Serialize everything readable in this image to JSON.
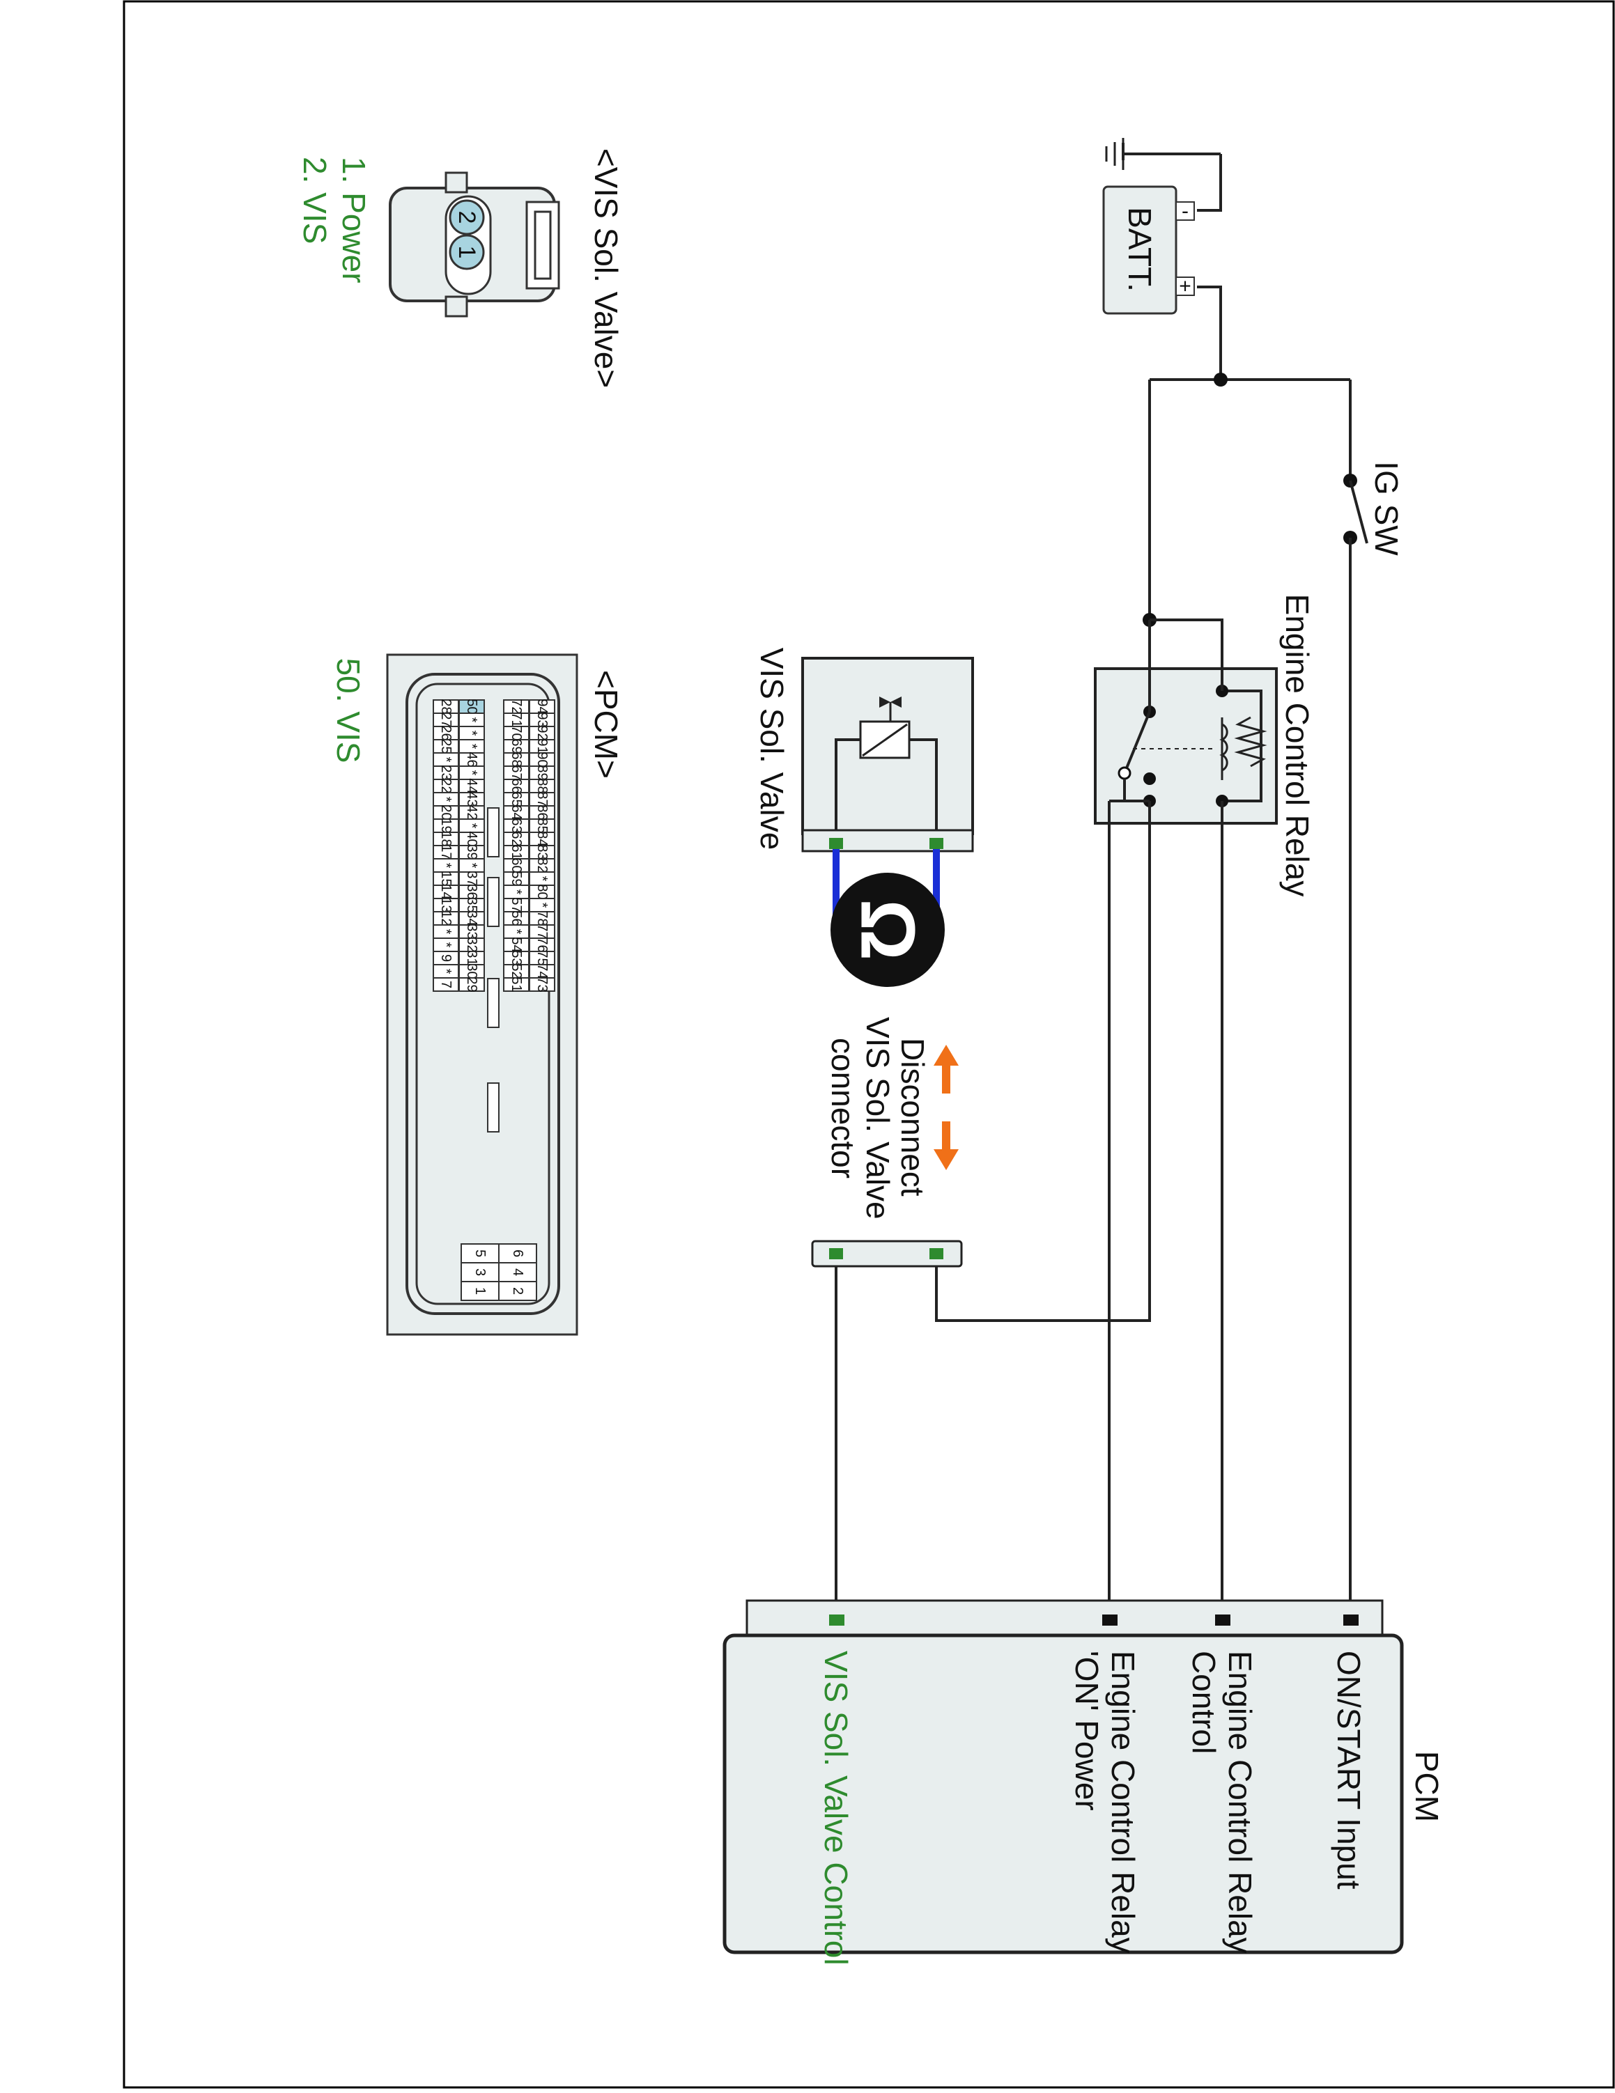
{
  "diagram": {
    "pcm_box": {
      "title": "PCM",
      "terminals": [
        {
          "label": "ON/START Input",
          "color": "#111111"
        },
        {
          "label": "Engine Control Relay Control",
          "line1": "Engine Control Relay",
          "line2": "Control",
          "color": "#111111"
        },
        {
          "label": "Engine Control Relay 'ON' Power",
          "line1": "Engine Control Relay",
          "line2": "'ON' Power",
          "color": "#111111"
        },
        {
          "label": "VIS Sol. Valve Control",
          "color": "#2e8b2e"
        }
      ]
    },
    "battery": {
      "label": "BATT.",
      "neg": "-",
      "pos": "+"
    },
    "ig_switch": {
      "label": "IG SW"
    },
    "relay": {
      "label": "Engine Control Relay"
    },
    "vis_valve": {
      "label": "VIS Sol. Valve"
    },
    "ohm_symbol": "Ω",
    "disconnect_note": {
      "line1": "Disconnect",
      "line2": "VIS Sol. Valve",
      "line3": "connector"
    },
    "vis_connector_view": {
      "title": "<VIS Sol. Valve>",
      "pin_labels": [
        "2",
        "1"
      ],
      "legend": [
        "1. Power",
        "2. VIS"
      ]
    },
    "pcm_connector_view": {
      "title": "<PCM>",
      "legend": "50. VIS",
      "highlight_pin": "50",
      "rows": [
        [
          "94",
          "93",
          "92",
          "91",
          "90",
          "89",
          "88",
          "87",
          "86",
          "85",
          "84",
          "83",
          "82",
          "*",
          "80",
          "*",
          "78",
          "77",
          "76",
          "75",
          "74",
          "73"
        ],
        [
          "72",
          "71",
          "70",
          "69",
          "68",
          "67",
          "66",
          "65",
          "64",
          "63",
          "62",
          "61",
          "60",
          "59",
          "*",
          "57",
          "56",
          "*",
          "54",
          "53",
          "52",
          "51"
        ],
        [
          "50",
          "*",
          "*",
          "*",
          "46",
          "*",
          "44",
          "43",
          "42",
          "*",
          "40",
          "39",
          "*",
          "37",
          "36",
          "35",
          "34",
          "33",
          "32",
          "31",
          "30",
          "29"
        ],
        [
          "28",
          "27",
          "26",
          "25",
          "*",
          "23",
          "22",
          "*",
          "20",
          "19",
          "18",
          "17",
          "*",
          "15",
          "14",
          "13",
          "12",
          "*",
          "*",
          "9",
          "*",
          "7"
        ]
      ],
      "small_block": [
        [
          "6",
          "5"
        ],
        [
          "4",
          "3"
        ],
        [
          "2",
          "1"
        ]
      ]
    },
    "colors": {
      "signal_green": "#2e8b2e",
      "harness_blue": "#1a2fd6",
      "arrow_orange": "#f07018",
      "component_fill": "#e8eeee"
    }
  }
}
